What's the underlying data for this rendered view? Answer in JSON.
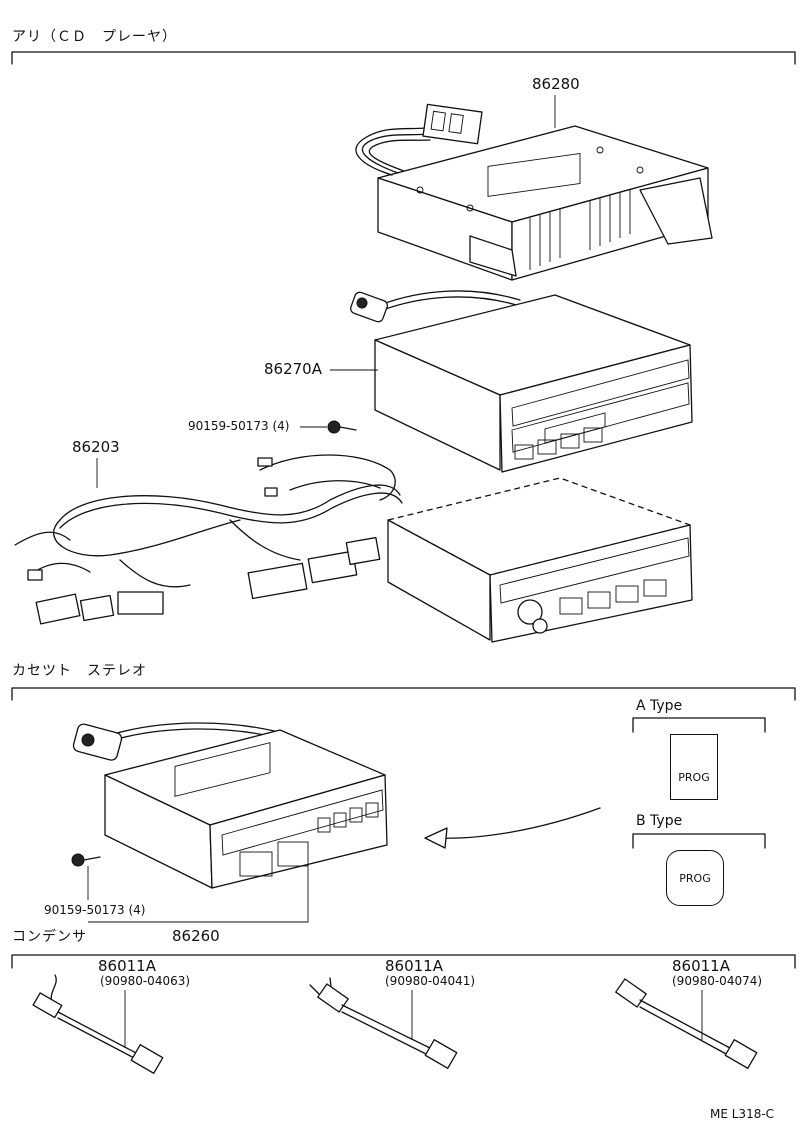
{
  "sections": {
    "cd_player": "アリ（ＣＤ　プレーヤ）",
    "cassette_stereo": "カセツト　ステレオ",
    "condenser": "コンデンサ"
  },
  "parts": {
    "amplifier": "86280",
    "cd_player": "86270A",
    "screw_cd": "90159-50173 (4)",
    "wire_harness": "86203",
    "screw_cassette": "90159-50173 (4)",
    "cassette_stereo": "86260"
  },
  "types": {
    "a_label": "A  Type",
    "a_button": "PROG",
    "b_label": "B  Type",
    "b_button": "PROG"
  },
  "condensers": [
    {
      "part": "86011A",
      "sub": "(90980-04063)"
    },
    {
      "part": "86011A",
      "sub": "(90980-04041)"
    },
    {
      "part": "86011A",
      "sub": "(90980-04074)"
    }
  ],
  "footer": {
    "code": "ME  L318-C"
  }
}
